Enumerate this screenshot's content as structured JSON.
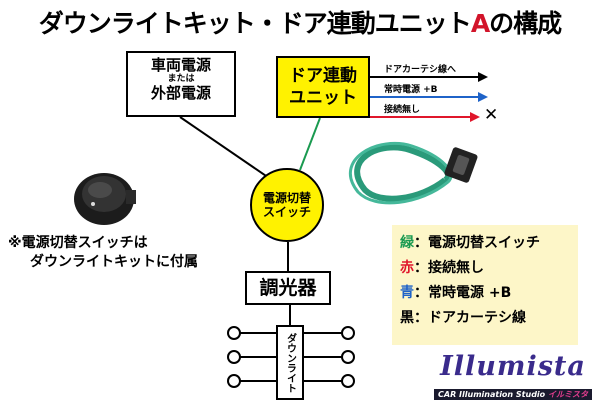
{
  "title": {
    "main": "ダウンライトキット・ドア連動ユニット",
    "accent": "A",
    "suffix": "の構成"
  },
  "power_box": {
    "line1": "車両電源",
    "line2": "または",
    "line3": "外部電源"
  },
  "unit_box": {
    "line1": "ドア連動",
    "line2": "ユニット"
  },
  "wires": [
    {
      "label": "ドアカーテシ線へ",
      "color": "#000000"
    },
    {
      "label": "常時電源 +B",
      "color": "#1f63c8"
    },
    {
      "label": "接続無し",
      "color": "#e0162b",
      "end_mark": "✕"
    }
  ],
  "switch": {
    "line1": "電源切替",
    "line2": "スイッチ"
  },
  "dimmer": "調光器",
  "downlight": "ダウンライト",
  "note": {
    "line1": "※電源切替スイッチは",
    "line2": "ダウンライトキットに付属"
  },
  "legend": [
    {
      "key": "緑",
      "key_color": "#1a9a50",
      "text": "：電源切替スイッチ"
    },
    {
      "key": "赤",
      "key_color": "#e0162b",
      "text": "：接続無し"
    },
    {
      "key": "青",
      "key_color": "#1f63c8",
      "text": "：常時電源 +B"
    },
    {
      "key": "黒",
      "key_color": "#000000",
      "text": "：ドアカーテシ線"
    }
  ],
  "logo": {
    "main": "Illumista",
    "sub": "CAR Illumination Studio",
    "sub_jp": "イルミスタ"
  }
}
